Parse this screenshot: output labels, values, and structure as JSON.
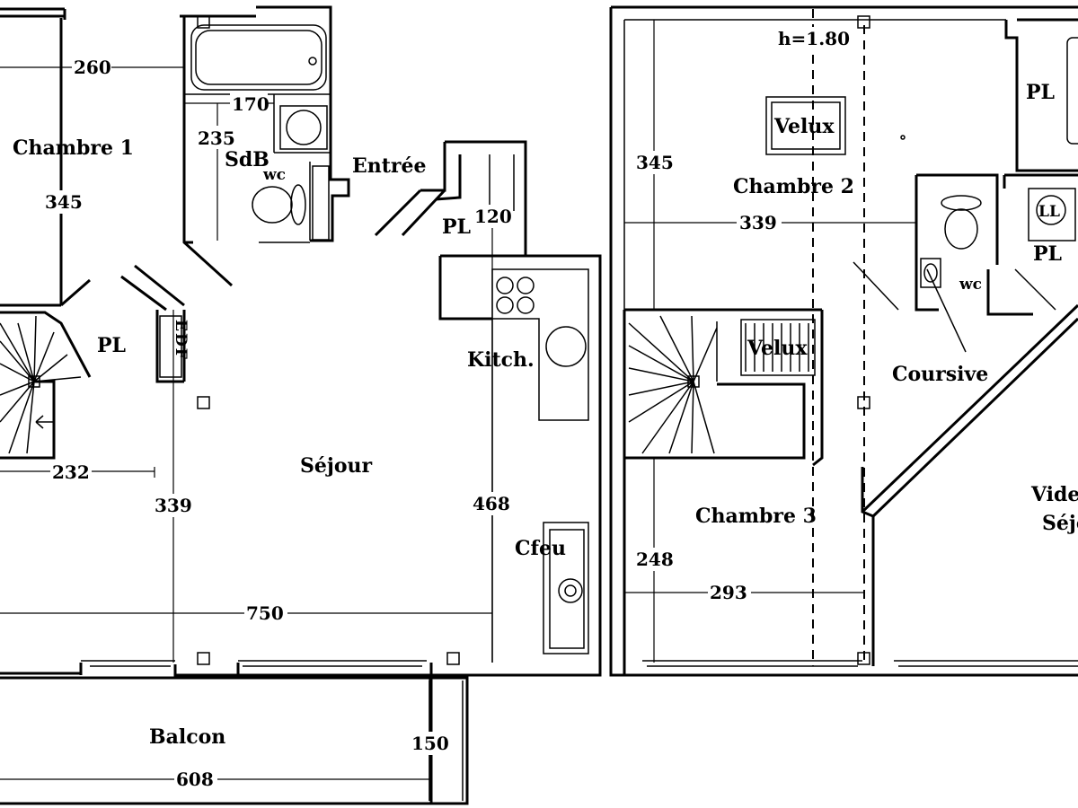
{
  "rooms": {
    "chambre1": "Chambre 1",
    "sdb": "SdB",
    "wc1": "wc",
    "entree": "Entrée",
    "pl1": "PL",
    "pl2": "PL",
    "edf": "EDF",
    "kitch": "Kitch.",
    "sejour": "Séjour",
    "cfeu": "Cfeu",
    "balcon": "Balcon",
    "chambre2": "Chambre 2",
    "velux1": "Velux",
    "velux2": "Velux",
    "pl3": "PL",
    "wc2": "wc",
    "pl4": "PL",
    "ll": "LL",
    "coursive": "Coursive",
    "chambre3": "Chambre 3",
    "vide_line1": "Vide",
    "vide_line2": "Séjo"
  },
  "height_note": "h=1.80",
  "dimensions": {
    "d260": "260",
    "d170": "170",
    "d235": "235",
    "d345a": "345",
    "d120": "120",
    "d232": "232",
    "d339a": "339",
    "d468": "468",
    "d750": "750",
    "d150": "150",
    "d608": "608",
    "d345b": "345",
    "d339b": "339",
    "d248": "248",
    "d293": "293"
  }
}
